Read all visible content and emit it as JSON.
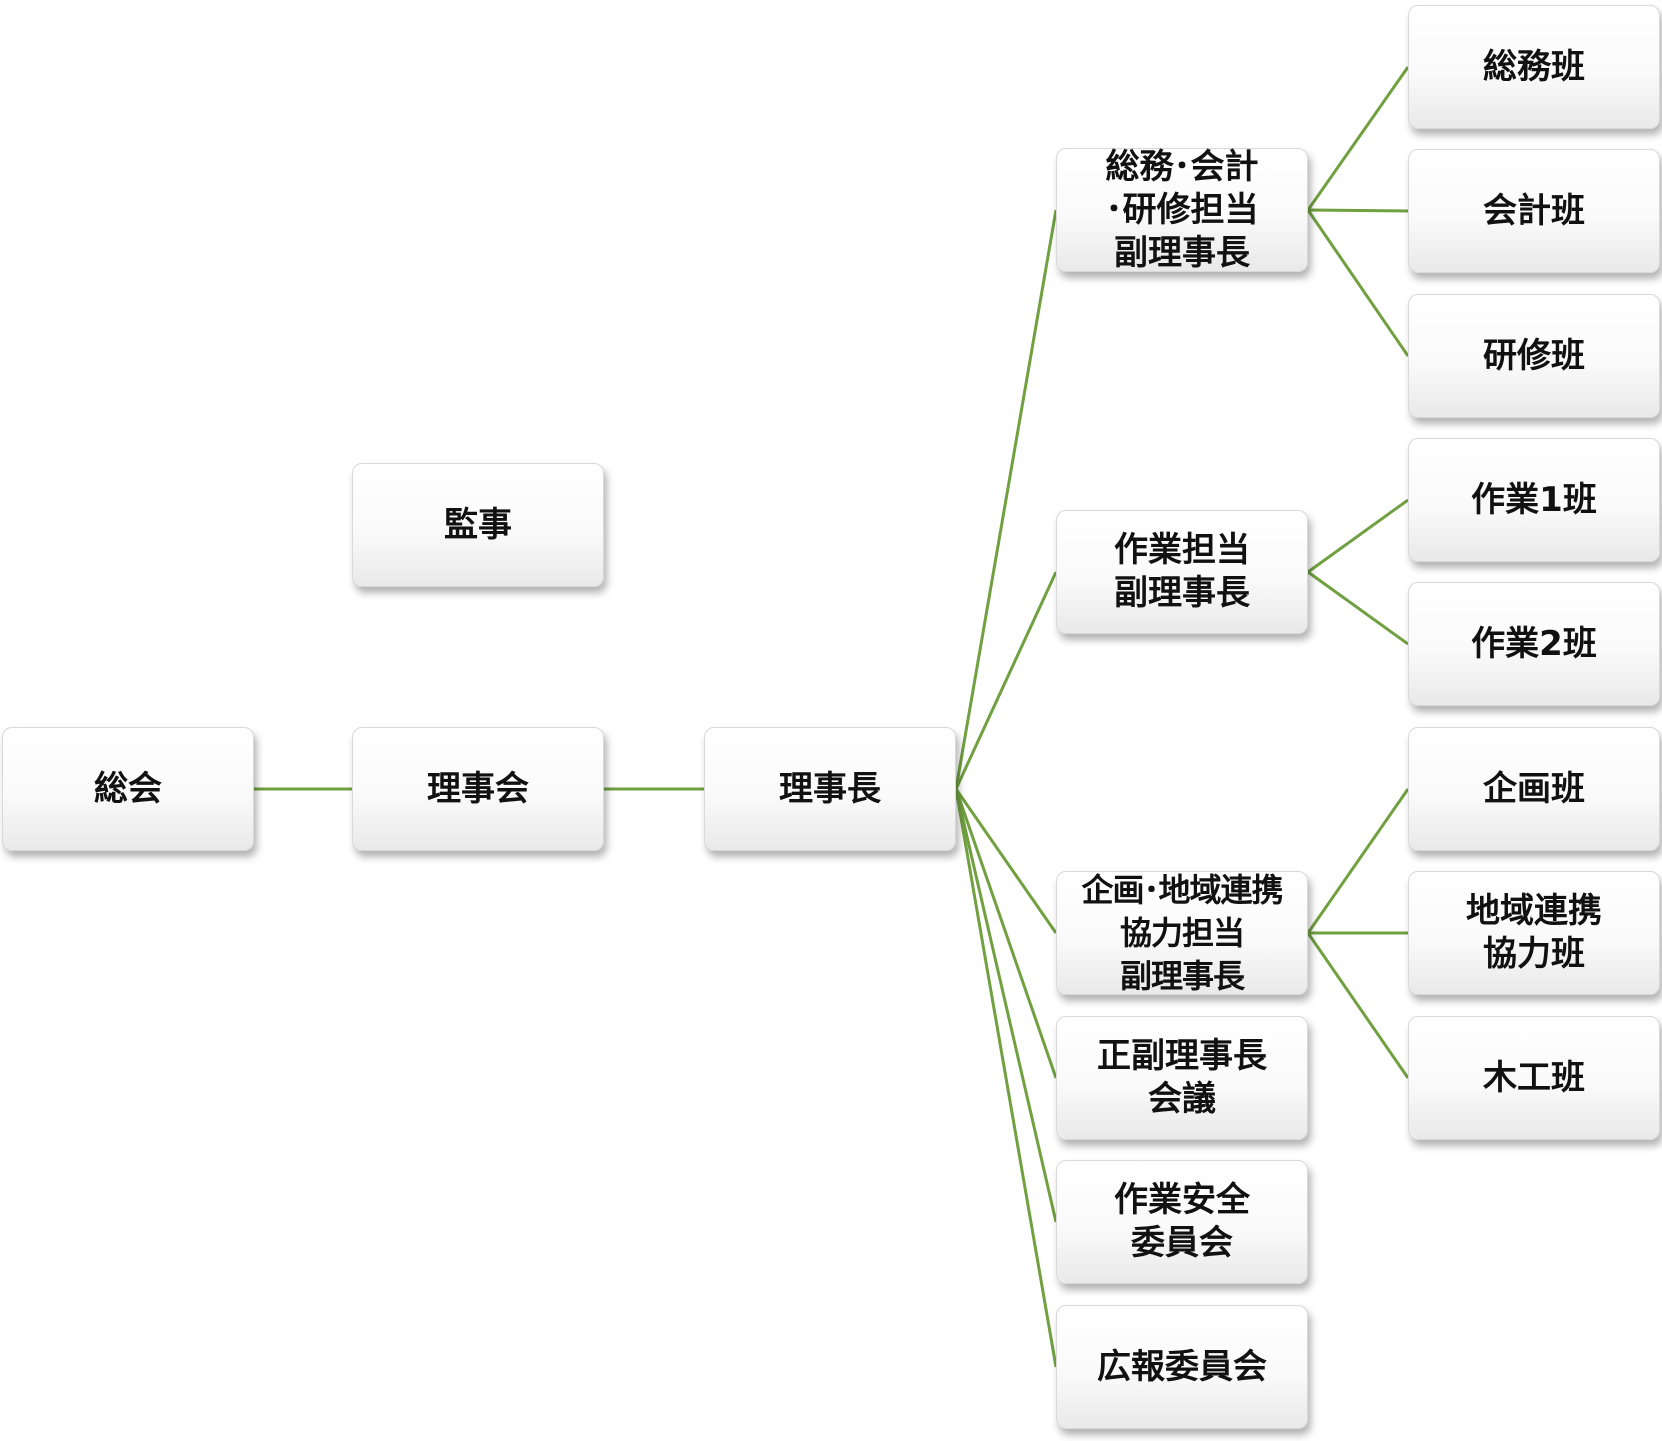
{
  "line_color": "#70a040",
  "nodes": {
    "soukai": "総会",
    "rijikai": "理事会",
    "kanji": "監事",
    "rijicho": "理事長",
    "vp_soumu": "総務･会計\n･研修担当\n副理事長",
    "vp_sagyo": "作業担当\n副理事長",
    "vp_kikaku": "企画･地域連携\n協力担当\n副理事長",
    "kaigi": "正副理事長\n会議",
    "anzen": "作業安全\n委員会",
    "kouhou": "広報委員会",
    "soumu_han": "総務班",
    "kaikei_han": "会計班",
    "kenshu_han": "研修班",
    "sagyo1_han": "作業1班",
    "sagyo2_han": "作業2班",
    "kikaku_han": "企画班",
    "chiiki_han": "地域連携\n協力班",
    "mokko_han": "木工班"
  }
}
